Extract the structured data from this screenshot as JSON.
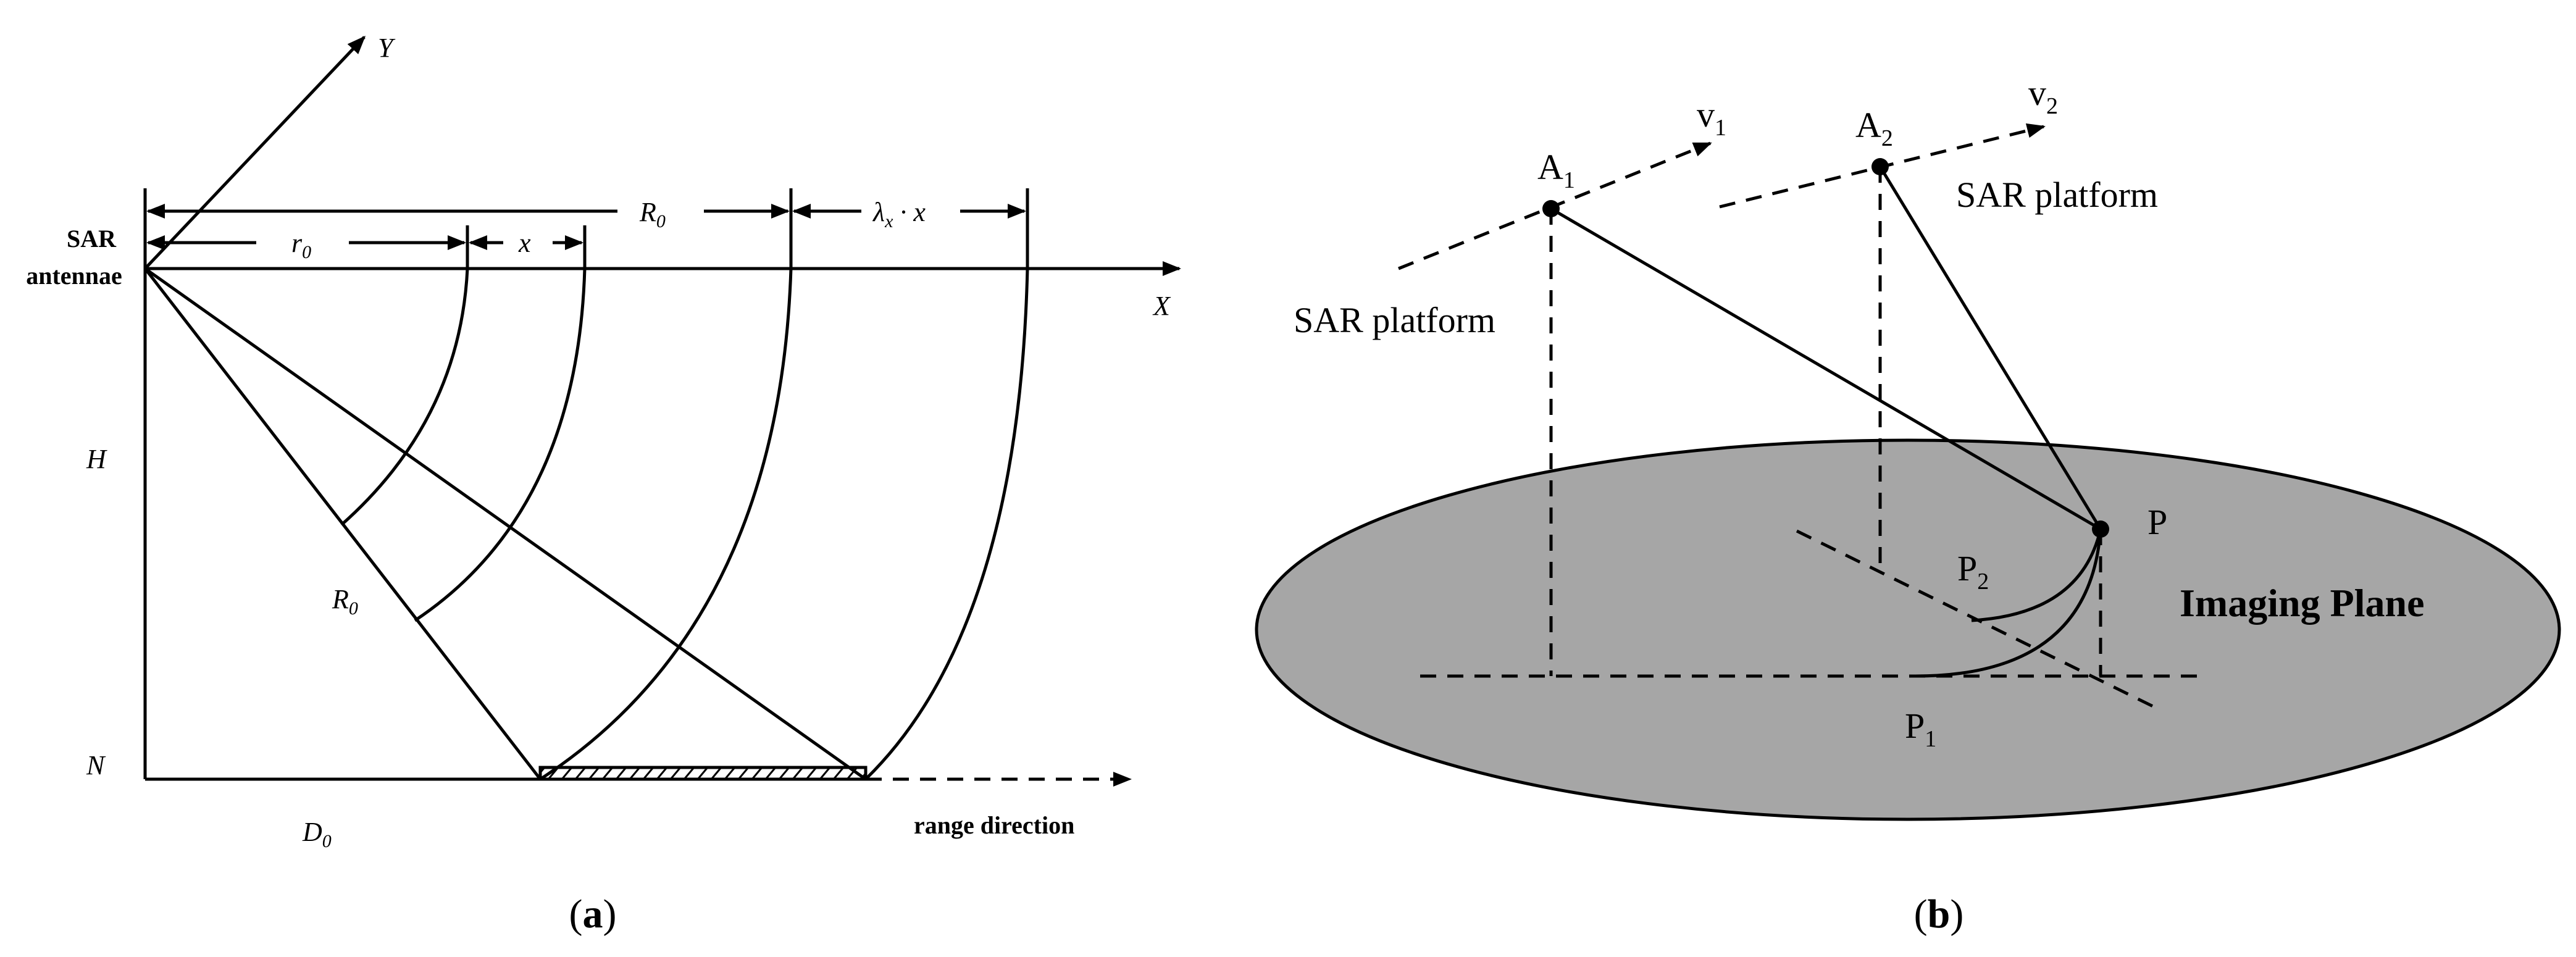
{
  "panel_a": {
    "axis_y": "Y",
    "axis_x": "X",
    "sar_label_line1": "SAR",
    "sar_label_line2": "antennae",
    "dim_R0_top": "R",
    "dim_R0_top_sub": "0",
    "dim_lambda": "λ",
    "dim_lambda_sub": "x",
    "dim_lambda_rest": " · x",
    "dim_r0": "r",
    "dim_r0_sub": "0",
    "dim_x": "x",
    "label_H": "H",
    "label_R0_slant": "R",
    "label_R0_slant_sub": "0",
    "label_N": "N",
    "label_D0": "D",
    "label_D0_sub": "0",
    "range_direction": "range direction",
    "caption_open": "(",
    "caption_letter": "a",
    "caption_close": ")"
  },
  "panel_b": {
    "label_A1": "A",
    "label_A1_sub": "1",
    "label_v1": "v",
    "label_v1_sub": "1",
    "label_A2": "A",
    "label_A2_sub": "2",
    "label_v2": "v",
    "label_v2_sub": "2",
    "sar_platform_right": "SAR platform",
    "sar_platform_left": "SAR platform",
    "label_P": "P",
    "label_P2": "P",
    "label_P2_sub": "2",
    "label_P1": "P",
    "label_P1_sub": "1",
    "imaging_plane": "Imaging Plane",
    "plane_fill": "#a6a6a6",
    "caption_open": "(",
    "caption_letter": "b",
    "caption_close": ")"
  }
}
